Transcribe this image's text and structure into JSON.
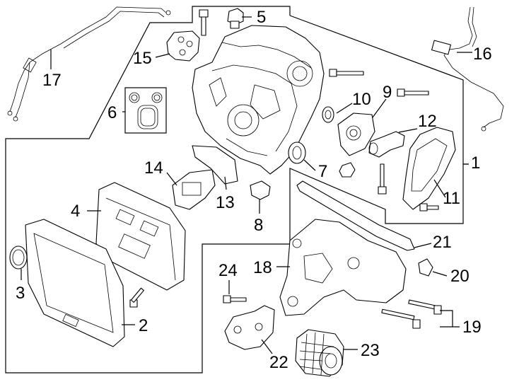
{
  "diagram": {
    "callouts": [
      {
        "id": "c1",
        "label": "1"
      },
      {
        "id": "c2",
        "label": "2"
      },
      {
        "id": "c3",
        "label": "3"
      },
      {
        "id": "c4",
        "label": "4"
      },
      {
        "id": "c5",
        "label": "5"
      },
      {
        "id": "c6",
        "label": "6"
      },
      {
        "id": "c7",
        "label": "7"
      },
      {
        "id": "c8",
        "label": "8"
      },
      {
        "id": "c9",
        "label": "9"
      },
      {
        "id": "c10",
        "label": "10"
      },
      {
        "id": "c11",
        "label": "11"
      },
      {
        "id": "c12",
        "label": "12"
      },
      {
        "id": "c13",
        "label": "13"
      },
      {
        "id": "c14",
        "label": "14"
      },
      {
        "id": "c15",
        "label": "15"
      },
      {
        "id": "c16",
        "label": "16"
      },
      {
        "id": "c17",
        "label": "17"
      },
      {
        "id": "c18",
        "label": "18"
      },
      {
        "id": "c19",
        "label": "19"
      },
      {
        "id": "c20",
        "label": "20"
      },
      {
        "id": "c21",
        "label": "21"
      },
      {
        "id": "c22",
        "label": "22"
      },
      {
        "id": "c23",
        "label": "23"
      },
      {
        "id": "c24",
        "label": "24"
      }
    ]
  }
}
